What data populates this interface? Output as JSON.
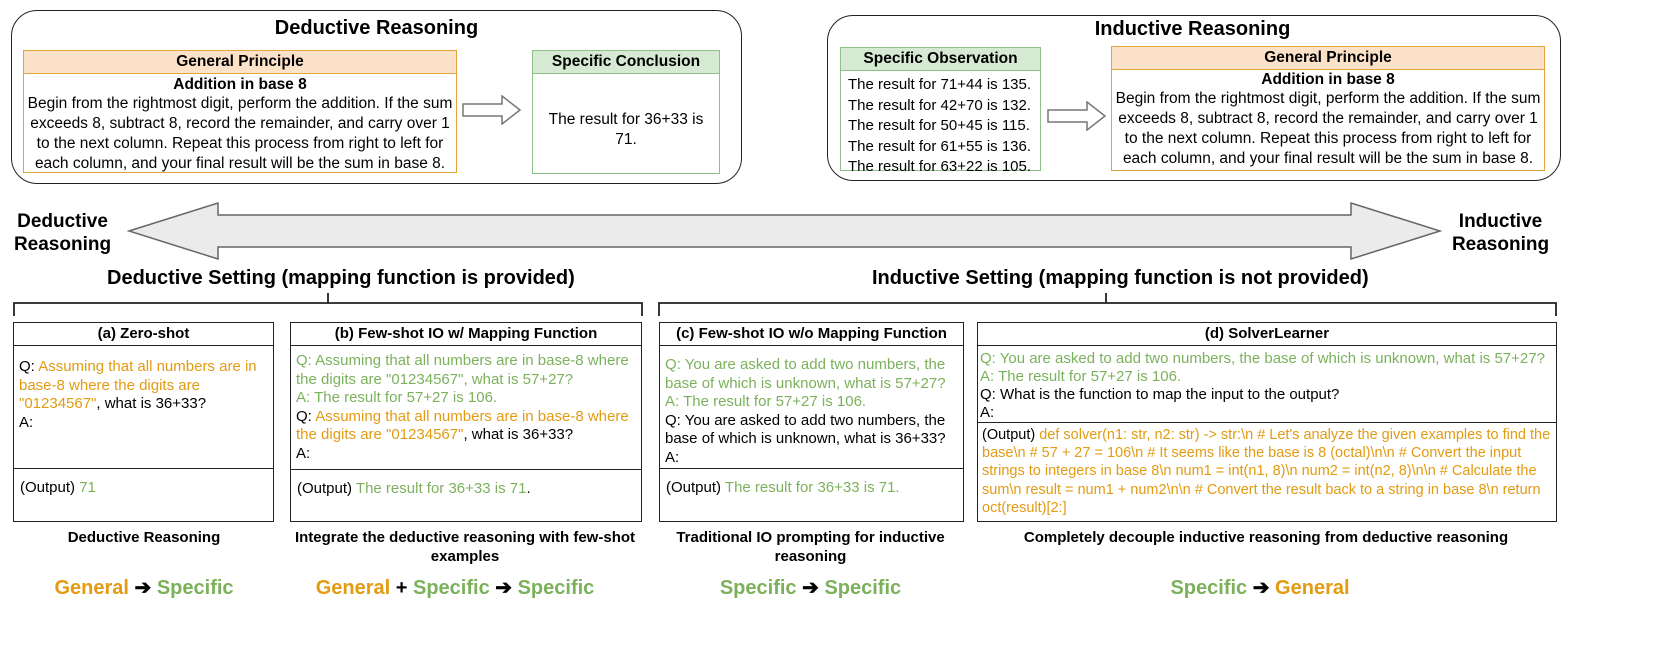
{
  "top_left": {
    "title": "Deductive Reasoning",
    "principle": {
      "header": "General Principle",
      "subtitle": "Addition in base 8",
      "text": "Begin from the rightmost digit, perform the addition. If the sum exceeds 8, subtract 8, record the remainder, and carry over 1 to the next column. Repeat this process from right to left for each column, and your final result will be the sum in base 8."
    },
    "conclusion": {
      "header": "Specific Conclusion",
      "text": "The result for 36+33 is 71."
    }
  },
  "top_right": {
    "title": "Inductive Reasoning",
    "observation": {
      "header": "Specific Observation",
      "lines": [
        "The result for 71+44 is 135.",
        "The result for 42+70 is 132.",
        "The result for 50+45 is 115.",
        "The result for 61+55 is 136.",
        "The result for 63+22 is 105."
      ]
    },
    "principle": {
      "header": "General Principle",
      "subtitle": "Addition in base 8",
      "text": "Begin from the rightmost digit, perform the addition. If the sum exceeds 8, subtract 8, record the remainder, and carry over 1 to the next column. Repeat this process from right to left for each column, and your final result will be the sum in base 8."
    }
  },
  "spectrum": {
    "left_label": [
      "Deductive",
      "Reasoning"
    ],
    "right_label": [
      "Inductive",
      "Reasoning"
    ]
  },
  "settings": {
    "deductive": "Deductive Setting (mapping function is provided)",
    "inductive": "Inductive Setting (mapping function is not provided)"
  },
  "colors": {
    "general": "#e29b12",
    "specific": "#7cb15c"
  },
  "boxes": {
    "a": {
      "title": "(a) Zero-shot",
      "q_prefix": "Q: ",
      "q_highlight": "Assuming that all numbers are in base-8 where the digits are \"01234567\"",
      "q_rest": ", what is 36+33?",
      "a_label": "A:",
      "out_label": "(Output) ",
      "out_value": "71",
      "caption": "Deductive Reasoning",
      "flow": {
        "from": "General",
        "arrow": "➔",
        "to": "Specific"
      }
    },
    "b": {
      "title": "(b) Few-shot IO w/ Mapping Function",
      "ex_q": "Q: Assuming that all numbers are in base-8 where the digits are \"01234567\", what is 57+27?",
      "ex_a": "A: The result for 57+27 is 106.",
      "q_prefix": "Q: ",
      "q_highlight": "Assuming that all numbers are in base-8 where the digits are \"01234567\"",
      "q_rest": ", what is 36+33?",
      "a_label": "A:",
      "out_label": "(Output) ",
      "out_value": "The result for 36+33 is 71",
      "out_end": ".",
      "caption": "Integrate the deductive reasoning with few-shot examples",
      "flow": {
        "from": "General",
        "plus": "+",
        "mid": "Specific",
        "arrow": "➔",
        "to": "Specific"
      }
    },
    "c": {
      "title": "(c) Few-shot IO w/o Mapping Function",
      "ex_q": "Q: You are asked to add two numbers, the base of which is unknown, what is 57+27?",
      "ex_a": "A: The result for 57+27 is 106.",
      "q": "Q: You are asked to add two numbers, the base of which is unknown, what is 36+33?",
      "a_label": "A:",
      "out_label": "(Output) ",
      "out_value": "The result for 36+33 is 71.",
      "caption": "Traditional IO prompting for inductive reasoning",
      "flow": {
        "from": "Specific",
        "arrow": "➔",
        "to": "Specific"
      }
    },
    "d": {
      "title": "(d) SolverLearner",
      "ex_q": "Q: You are asked to add two numbers, the base of which is unknown, what is 57+27?",
      "ex_a": "A: The result for 57+27 is 106.",
      "q": "Q: What is the function to map the input to the output?",
      "a_label": "A:",
      "out_label": "(Output) ",
      "out_value": "def solver(n1: str, n2: str) -> str:\\n # Let's analyze the given examples to find the base\\n # 57 + 27 = 106\\n # It seems like the base is 8 (octal)\\n\\n # Convert the input strings to integers in base 8\\n num1 = int(n1, 8)\\n num2 = int(n2, 8)\\n\\n # Calculate the sum\\n result = num1 + num2\\n\\n # Convert the result back to a string in base 8\\n return oct(result)[2:]",
      "caption": "Completely decouple inductive reasoning from deductive reasoning",
      "flow": {
        "from": "Specific",
        "arrow": "➔",
        "to": "General"
      }
    }
  }
}
